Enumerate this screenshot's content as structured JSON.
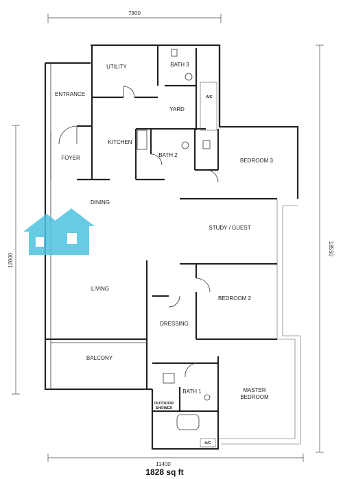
{
  "rooms": {
    "utility": "UTILITY",
    "bath3": "BATH 3",
    "entrance": "ENTRANCE",
    "yard": "YARD",
    "ac_top": "A/C",
    "kitchen": "KITCHEN",
    "foyer": "FOYER",
    "bath2": "BATH 2",
    "bedroom3": "BEDROOM 3",
    "dining": "DINING",
    "study": "STUDY / GUEST",
    "living": "LIVING",
    "bedroom2": "BEDROOM 2",
    "dressing": "DRESSING",
    "balcony": "BALCONY",
    "bath1": "BATH 1",
    "outdoor_shower_1": "OUTDOOR",
    "outdoor_shower_2": "SHOWER",
    "master_1": "MASTER",
    "master_2": "BEDROOM",
    "ac_bottom": "A/C"
  },
  "dimensions": {
    "top": "7800",
    "left": "12000",
    "right": "18550",
    "bottom": "11400"
  },
  "caption": "1828 sq ft",
  "colors": {
    "wall": "#222222",
    "watermark": "#4ec3e0"
  },
  "watermark_icon": "house-icon"
}
